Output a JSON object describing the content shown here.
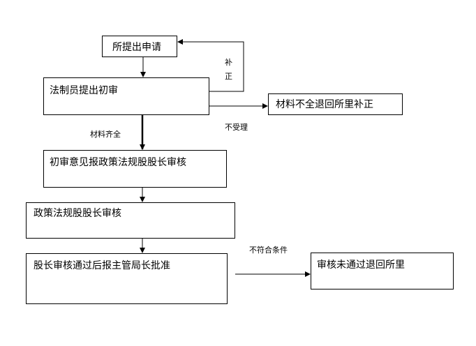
{
  "flow": {
    "step_submit": "所提出申请",
    "step_initial_review": "法制员提出初审",
    "step_reject_supplement": "材料不全退回所里补正",
    "step_policy_opinion": "初审意见报政策法规股股长审核",
    "step_section_review": "政策法规股股长审核",
    "step_director_approval": "股长审核通过后报主管局长批准",
    "step_return_failed": "审核未通过退回所里"
  },
  "labels": {
    "supplement_char1": "补",
    "supplement_char2": "正",
    "not_accepted": "不受理",
    "materials_complete": "材料齐全",
    "not_qualified": "不符合条件"
  }
}
